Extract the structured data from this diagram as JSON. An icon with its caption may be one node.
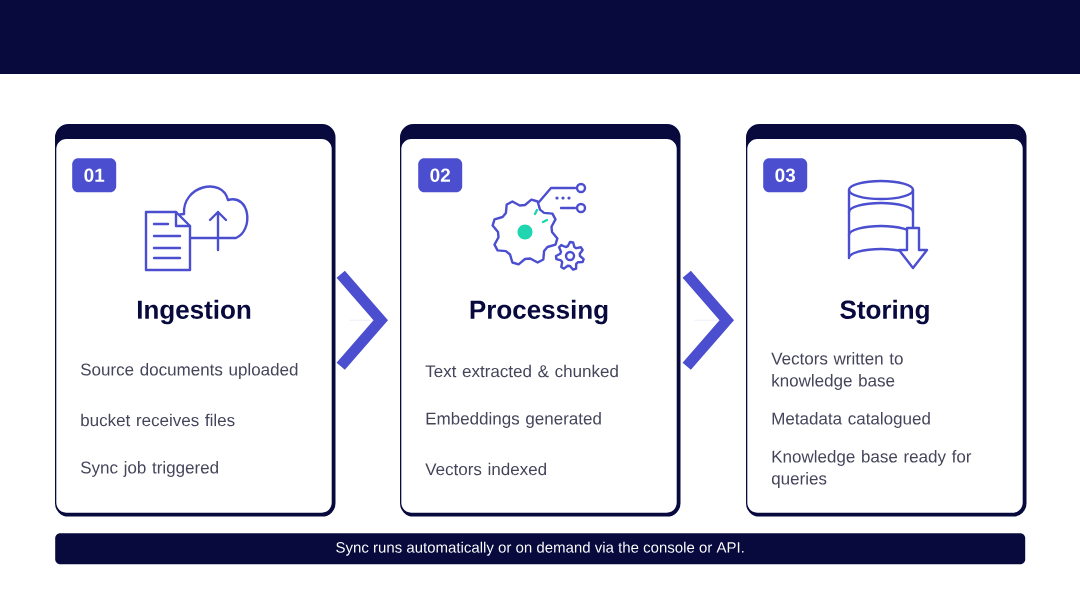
{
  "diagram": {
    "nodes": [
      {
        "text": [
          "Ingestion",
          "Source documents uploaded",
          "bucket receives files",
          "Sync job triggered"
        ]
      },
      {
        "text": [
          "01"
        ],
        "in": 0
      },
      {
        "text": [
          "Processing",
          "Text extracted & chunked",
          "Embeddings generated",
          "Vectors indexed"
        ]
      },
      {
        "text": [
          "02"
        ],
        "in": 2
      },
      {
        "text": [
          "Storing",
          "Vectors written to knowledge base",
          "Metadata catalogued",
          "Knowledge base ready for queries"
        ]
      },
      {
        "text": [
          "03"
        ],
        "in": 4
      },
      {
        "text": [
          "Sync runs automatically or on demand via the console or API."
        ]
      }
    ],
    "edges": [
      {
        "from": 0,
        "to": 2,
        "arrow": "to"
      },
      {
        "from": 2,
        "to": 4,
        "arrow": "to"
      }
    ]
  }
}
